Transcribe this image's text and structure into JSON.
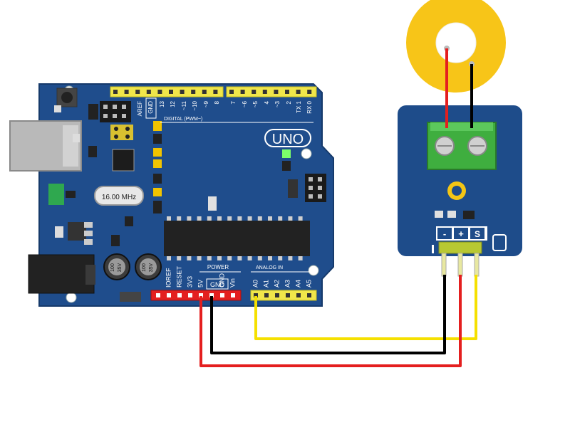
{
  "board": {
    "name": "UNO",
    "crystal": "16.00 MHz",
    "digital_label": "DIGITAL (PWM~)",
    "power_label": "POWER",
    "analog_label": "ANALOG IN",
    "digital_pins": [
      "AREF",
      "GND",
      "13",
      "12",
      "~11",
      "~10",
      "~9",
      "8",
      "7",
      "~6",
      "~5",
      "4",
      "~3",
      "2",
      "TX 1",
      "RX 0"
    ],
    "power_pins": [
      "IOREF",
      "RESET",
      "3V3",
      "5V",
      "GND",
      "GND",
      "Vin"
    ],
    "analog_pins": [
      "A0",
      "A1",
      "A2",
      "A3",
      "A4",
      "A5"
    ],
    "capacitor_text": [
      "100",
      "35V"
    ],
    "color": "#1f4d8c"
  },
  "sensor_module": {
    "pins": [
      "-",
      "+",
      "S"
    ],
    "color": "#1e4c8a",
    "terminal_color": "#3fae3f"
  },
  "piezo_disc": {
    "color": "#f7c518"
  },
  "wires": {
    "signal": {
      "from": "A0",
      "to": "S",
      "color": "#f5e000"
    },
    "ground": {
      "from": "GND",
      "to": "-",
      "color": "#000000"
    },
    "power": {
      "from": "5V",
      "to": "+",
      "color": "#e41f1f"
    },
    "piezo_positive": {
      "color": "#e41f1f"
    },
    "piezo_negative": {
      "color": "#000000"
    }
  }
}
